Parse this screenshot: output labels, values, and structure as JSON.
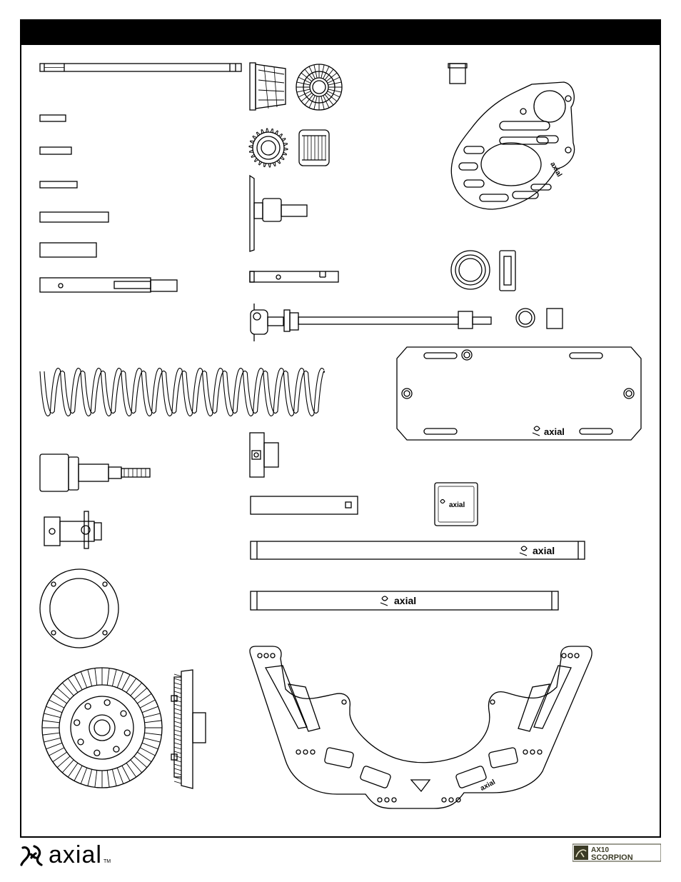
{
  "brand": {
    "name": "axial",
    "trademark": "TM",
    "part_logo_text": "axial"
  },
  "product": {
    "line1": "AX10",
    "line2": "SCORPION"
  },
  "icons": {
    "brand_mark": "axial-claw-icon",
    "product_mark": "scorpion-icon"
  },
  "colors": {
    "ink": "#000000",
    "paper": "#ffffff",
    "product_badge": "#3b3b26"
  }
}
